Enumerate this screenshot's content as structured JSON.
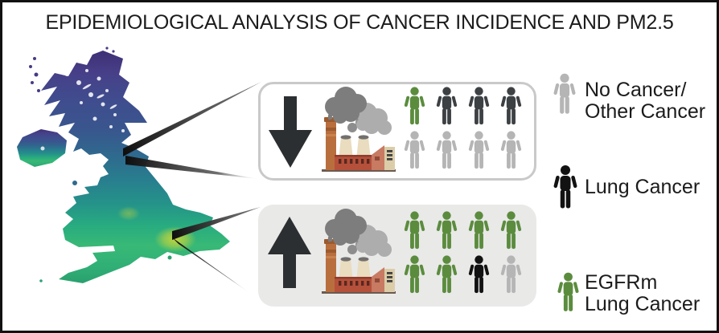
{
  "figure": {
    "title": "EPIDEMIOLOGICAL ANALYSIS OF CANCER INCIDENCE AND PM2.5"
  },
  "palette": {
    "green": "#5b8c3e",
    "dark": "#3d4144",
    "gray": "#b5b5b5",
    "black": "#121212"
  },
  "map": {
    "depicts": "United Kingdom PM2.5 concentration map",
    "palette": [
      "#3f2f75",
      "#474089",
      "#3f4d8e",
      "#39568e",
      "#2e6b8e",
      "#287f8e",
      "#259389",
      "#28ab80",
      "#38b976",
      "#30af76",
      "#2aa06e"
    ],
    "hotspot_color": "#c9d63a"
  },
  "panels": [
    {
      "id": "low-pm25",
      "trend_arrow": "down",
      "people_rows": [
        [
          "green",
          "dark",
          "dark",
          "dark"
        ],
        [
          "gray",
          "gray",
          "gray",
          "gray"
        ]
      ]
    },
    {
      "id": "high-pm25",
      "trend_arrow": "up",
      "people_rows": [
        [
          "green",
          "green",
          "green",
          "green"
        ],
        [
          "green",
          "green",
          "black",
          "gray"
        ]
      ]
    }
  ],
  "legend": {
    "items": [
      {
        "icon": "gray",
        "lines": [
          "No Cancer/",
          "Other Cancer"
        ]
      },
      {
        "icon": "black",
        "lines": [
          "Lung Cancer"
        ]
      },
      {
        "icon": "green",
        "lines": [
          "EGFRm",
          "Lung Cancer"
        ]
      }
    ]
  },
  "colors": {
    "panel_low_bg": "#ffffff",
    "panel_low_border": "#c9c9c9",
    "panel_high_bg": "#e9e9e8",
    "arrow": "#2c2f31",
    "title_text": "#1b1b1b"
  }
}
